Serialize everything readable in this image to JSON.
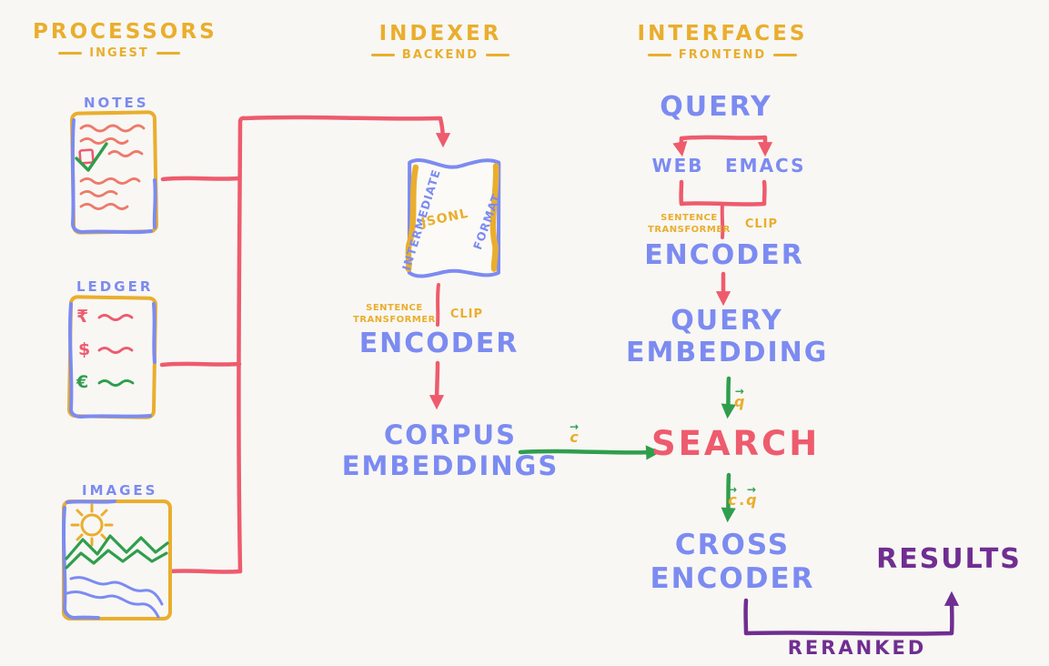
{
  "colors": {
    "yellow": "#eaae2d",
    "blue": "#7c8bf1",
    "red": "#ee5b6d",
    "green": "#2f9e4c",
    "purple": "#702e91",
    "background": "#f8f7f4"
  },
  "headers": {
    "processors": {
      "title": "PROCESSORS",
      "subtitle": "INGEST"
    },
    "indexer": {
      "title": "INDEXER",
      "subtitle": "BACKEND"
    },
    "interfaces": {
      "title": "INTERFACES",
      "subtitle": "FRONTEND"
    }
  },
  "processors": {
    "notes_label": "NOTES",
    "ledger_label": "LEDGER",
    "images_label": "IMAGES",
    "ledger_symbols": [
      "₹",
      "$",
      "€"
    ]
  },
  "indexer": {
    "scroll_left": "INTERMEDIATE",
    "scroll_center": "JSONL",
    "scroll_right": "FORMAT",
    "model_line1": "SENTENCE",
    "model_line2": "TRANSFORMER",
    "model_alt": "CLIP",
    "encoder": "ENCODER",
    "corpus_line1": "CORPUS",
    "corpus_line2": "EMBEDDINGS"
  },
  "interfaces": {
    "query": "QUERY",
    "web": "WEB",
    "emacs": "EMACS",
    "model_line1": "SENTENCE",
    "model_line2": "TRANSFORMER",
    "model_alt": "CLIP",
    "encoder": "ENCODER",
    "embedding_line1": "QUERY",
    "embedding_line2": "EMBEDDING",
    "search": "SEARCH",
    "cross_line1": "CROSS",
    "cross_line2": "ENCODER",
    "results": "RESULTS",
    "reranked": "RERANKED"
  },
  "edge_labels": {
    "corpus_vector": "c",
    "query_vector": "q",
    "separator": "."
  }
}
